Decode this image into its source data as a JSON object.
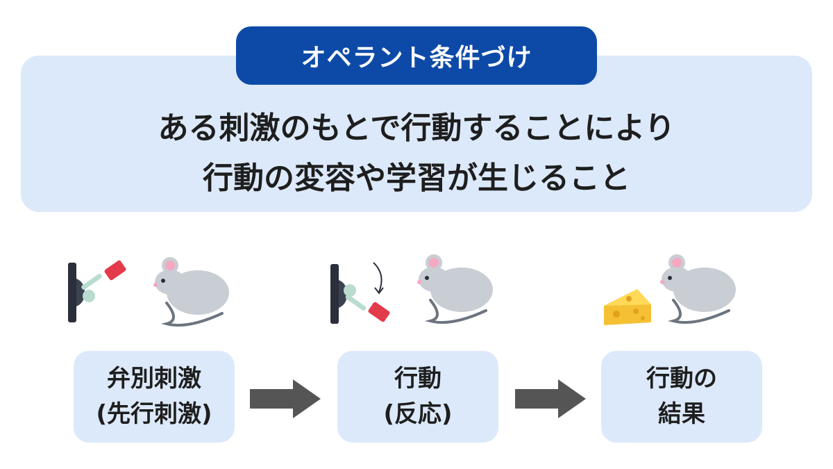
{
  "title": "オペラント条件づけ",
  "definition": {
    "line1": "ある刺激のもとで行動することにより",
    "line2": "行動の変容や学習が生じること"
  },
  "steps": [
    {
      "line1": "弁別刺激",
      "line2": "(先行刺激)"
    },
    {
      "line1": "行動",
      "line2": "(反応)"
    },
    {
      "line1": "行動の",
      "line2": "結果"
    }
  ],
  "icons": {
    "lever_up": "lever-icon",
    "lever_down": "pressed-lever-icon",
    "mouse": "mouse-icon",
    "cheese": "cheese-icon",
    "arrow": "right-arrow-icon"
  },
  "colors": {
    "title_bg": "#0d4aa8",
    "box_bg": "#dce9fa",
    "arrow": "#555555",
    "lever_red": "#e33b4a",
    "mouse_gray": "#c9cdd4",
    "ear_pink": "#f5a8c1",
    "cheese": "#f5c033"
  }
}
